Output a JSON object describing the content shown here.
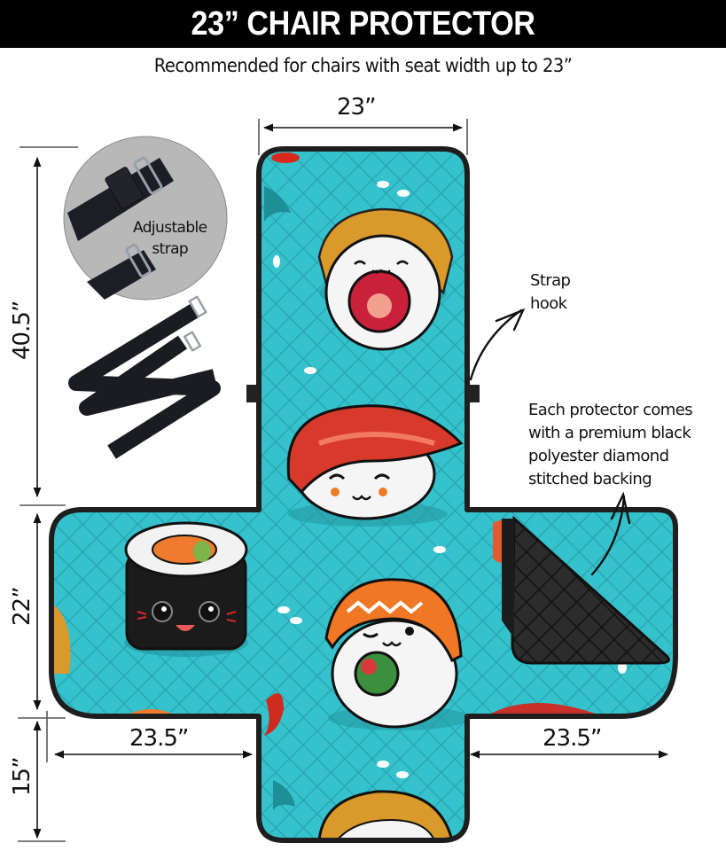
{
  "header": {
    "title": "23” CHAIR PROTECTOR",
    "subtitle": "Recommended for chairs with seat width up to 23”"
  },
  "dimensions": {
    "top_width": "23”",
    "back_height": "40.5”",
    "seat_depth": "22”",
    "front_flap": "15”",
    "left_arm": "23.5”",
    "right_arm": "23.5”"
  },
  "callouts": {
    "adjustable_strap": [
      "Adjustable",
      "strap"
    ],
    "strap_hook": [
      "Strap",
      "hook"
    ],
    "backing": [
      "Each protector comes",
      "with a premium black",
      "polyester diamond",
      "stitched backing"
    ]
  },
  "colors": {
    "header_bg": "#000000",
    "fabric_teal": "#2fb8c3",
    "fabric_stitch": "#26a3ae",
    "border": "#1e1e1e",
    "backing_black": "#161616",
    "strap_circle": "#b8b8b8"
  },
  "pattern": {
    "items": [
      "sushi-roll-crab",
      "nigiri-tuna",
      "maki-roll",
      "nigiri-salmon",
      "nigiri-eel",
      "shrimp-tail"
    ]
  }
}
